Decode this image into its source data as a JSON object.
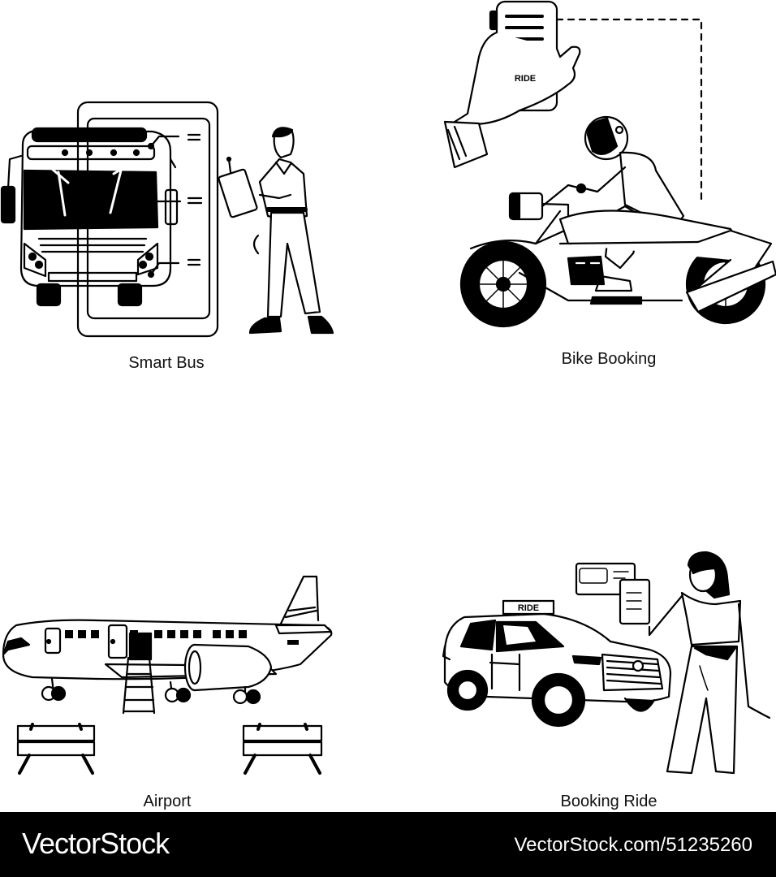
{
  "illustrations": [
    {
      "id": "smart-bus",
      "caption": "Smart Bus"
    },
    {
      "id": "bike-booking",
      "caption": "Bike Booking",
      "phone_button": "RIDE"
    },
    {
      "id": "airport",
      "caption": "Airport"
    },
    {
      "id": "booking-ride",
      "caption": "Booking Ride",
      "car_sign": "RIDE"
    }
  ],
  "footer": {
    "brand": "VectorStock",
    "url": "VectorStock.com/51235260"
  },
  "colors": {
    "ink": "#000000",
    "paper": "#ffffff"
  }
}
